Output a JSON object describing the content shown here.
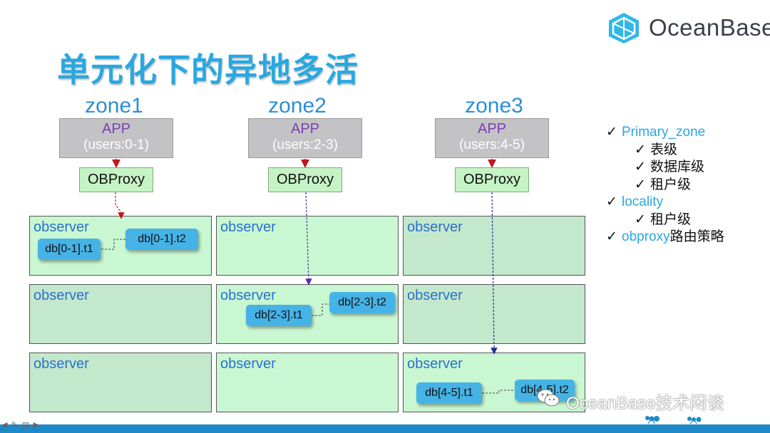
{
  "title": "单元化下的异地多活",
  "logo": {
    "text": "OceanBase",
    "icon": "hexagon-logo-icon"
  },
  "zones": [
    {
      "label": "zone1",
      "app": "APP",
      "users": "(users:0-1)",
      "proxy": "OBProxy"
    },
    {
      "label": "zone2",
      "app": "APP",
      "users": "(users:2-3)",
      "proxy": "OBProxy"
    },
    {
      "label": "zone3",
      "app": "APP",
      "users": "(users:4-5)",
      "proxy": "OBProxy"
    }
  ],
  "observer_label": "observer",
  "tables": {
    "z1_t1": "db[0-1].t1",
    "z1_t2": "db[0-1].t2",
    "z2_t1": "db[2-3].t1",
    "z2_t2": "db[2-3].t2",
    "z3_t1": "db[4-5].t1",
    "z3_t2": "db[4-5].t2"
  },
  "bullets": [
    {
      "text": "Primary_zone",
      "level": 1,
      "color": "blue"
    },
    {
      "text": "表级",
      "level": 2
    },
    {
      "text": "数据库级",
      "level": 2
    },
    {
      "text": "租户级",
      "level": 2
    },
    {
      "text": "locality",
      "level": 1,
      "color": "blue"
    },
    {
      "text": "租户级",
      "level": 2
    },
    {
      "text_blue": "obproxy",
      "text": "路由策略",
      "level": 1
    }
  ],
  "check_mark": "✓",
  "watermark": "OceanBase技术闲谈",
  "colors": {
    "title": "#29a8e0",
    "zone_label": "#2b8fd6",
    "app_box": "#c3c3c5",
    "proxy_box": "#c5f3c5",
    "observer": "#c4e8cc",
    "db_box": "#46b3e6",
    "zone1_link": "#c0161f",
    "zone2_link": "#5a2fa0",
    "zone3_link": "#1f2e9a",
    "bar": "#1d89c8"
  }
}
